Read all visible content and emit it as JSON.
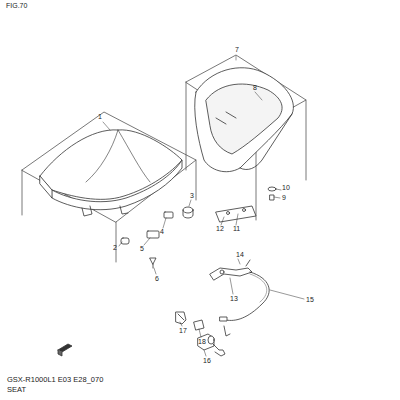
{
  "diagram": {
    "labels": [
      "FIG.70",
      "7",
      "8",
      "1",
      "10",
      "9",
      "3",
      "12",
      "11",
      "4",
      "2",
      "5",
      "14",
      "6",
      "13",
      "15",
      "17",
      "18",
      "16",
      "GSX-R1000L1 E03 E28_070",
      "SEAT"
    ]
  }
}
